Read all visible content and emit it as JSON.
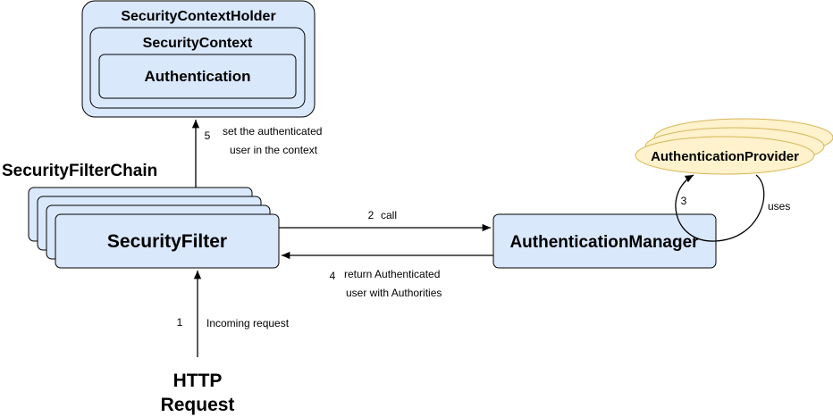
{
  "nodes": {
    "security_context_holder": "SecurityContextHolder",
    "security_context": "SecurityContext",
    "authentication": "Authentication",
    "security_filter_chain": "SecurityFilterChain",
    "security_filter": "SecurityFilter",
    "authentication_manager": "AuthenticationManager",
    "authentication_provider": "AuthenticationProvider",
    "http_request_line1": "HTTP",
    "http_request_line2": "Request"
  },
  "edges": {
    "step1_number": "1",
    "step1_label": "Incoming request",
    "step2_number": "2",
    "step2_label": "call",
    "step3_number": "3",
    "step3_label": "uses",
    "step4_number": "4",
    "step4_label_line1": "return Authenticated",
    "step4_label_line2": "user with Authorities",
    "step5_number": "5",
    "step5_label_line1": "set the authenticated",
    "step5_label_line2": "user in the context"
  },
  "colors": {
    "box_fill": "#dae8fc",
    "provider_fill": "#fff2cc",
    "provider_stroke": "#d6b656",
    "stroke": "#000000"
  }
}
